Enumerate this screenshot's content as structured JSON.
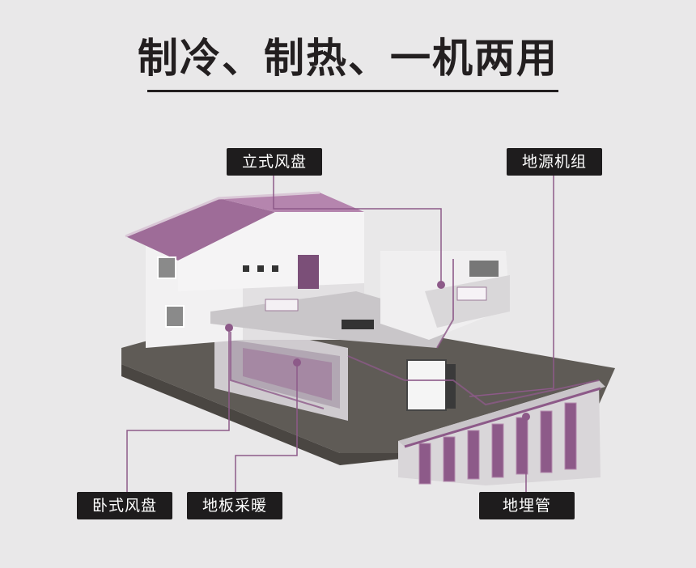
{
  "title": "制冷、制热、一机两用",
  "labels": {
    "standing_fan_coil": "立式风盘",
    "ground_source_unit": "地源机组",
    "horizontal_fan_coil": "卧式风盘",
    "floor_heating": "地板采暖",
    "buried_pipe": "地埋管"
  },
  "colors": {
    "background": "#e9e8e9",
    "tag_background": "#1e1c1d",
    "roof_purple": "#a07099",
    "pipe_purple": "#8a5a86",
    "ground": "#5e5a55"
  }
}
